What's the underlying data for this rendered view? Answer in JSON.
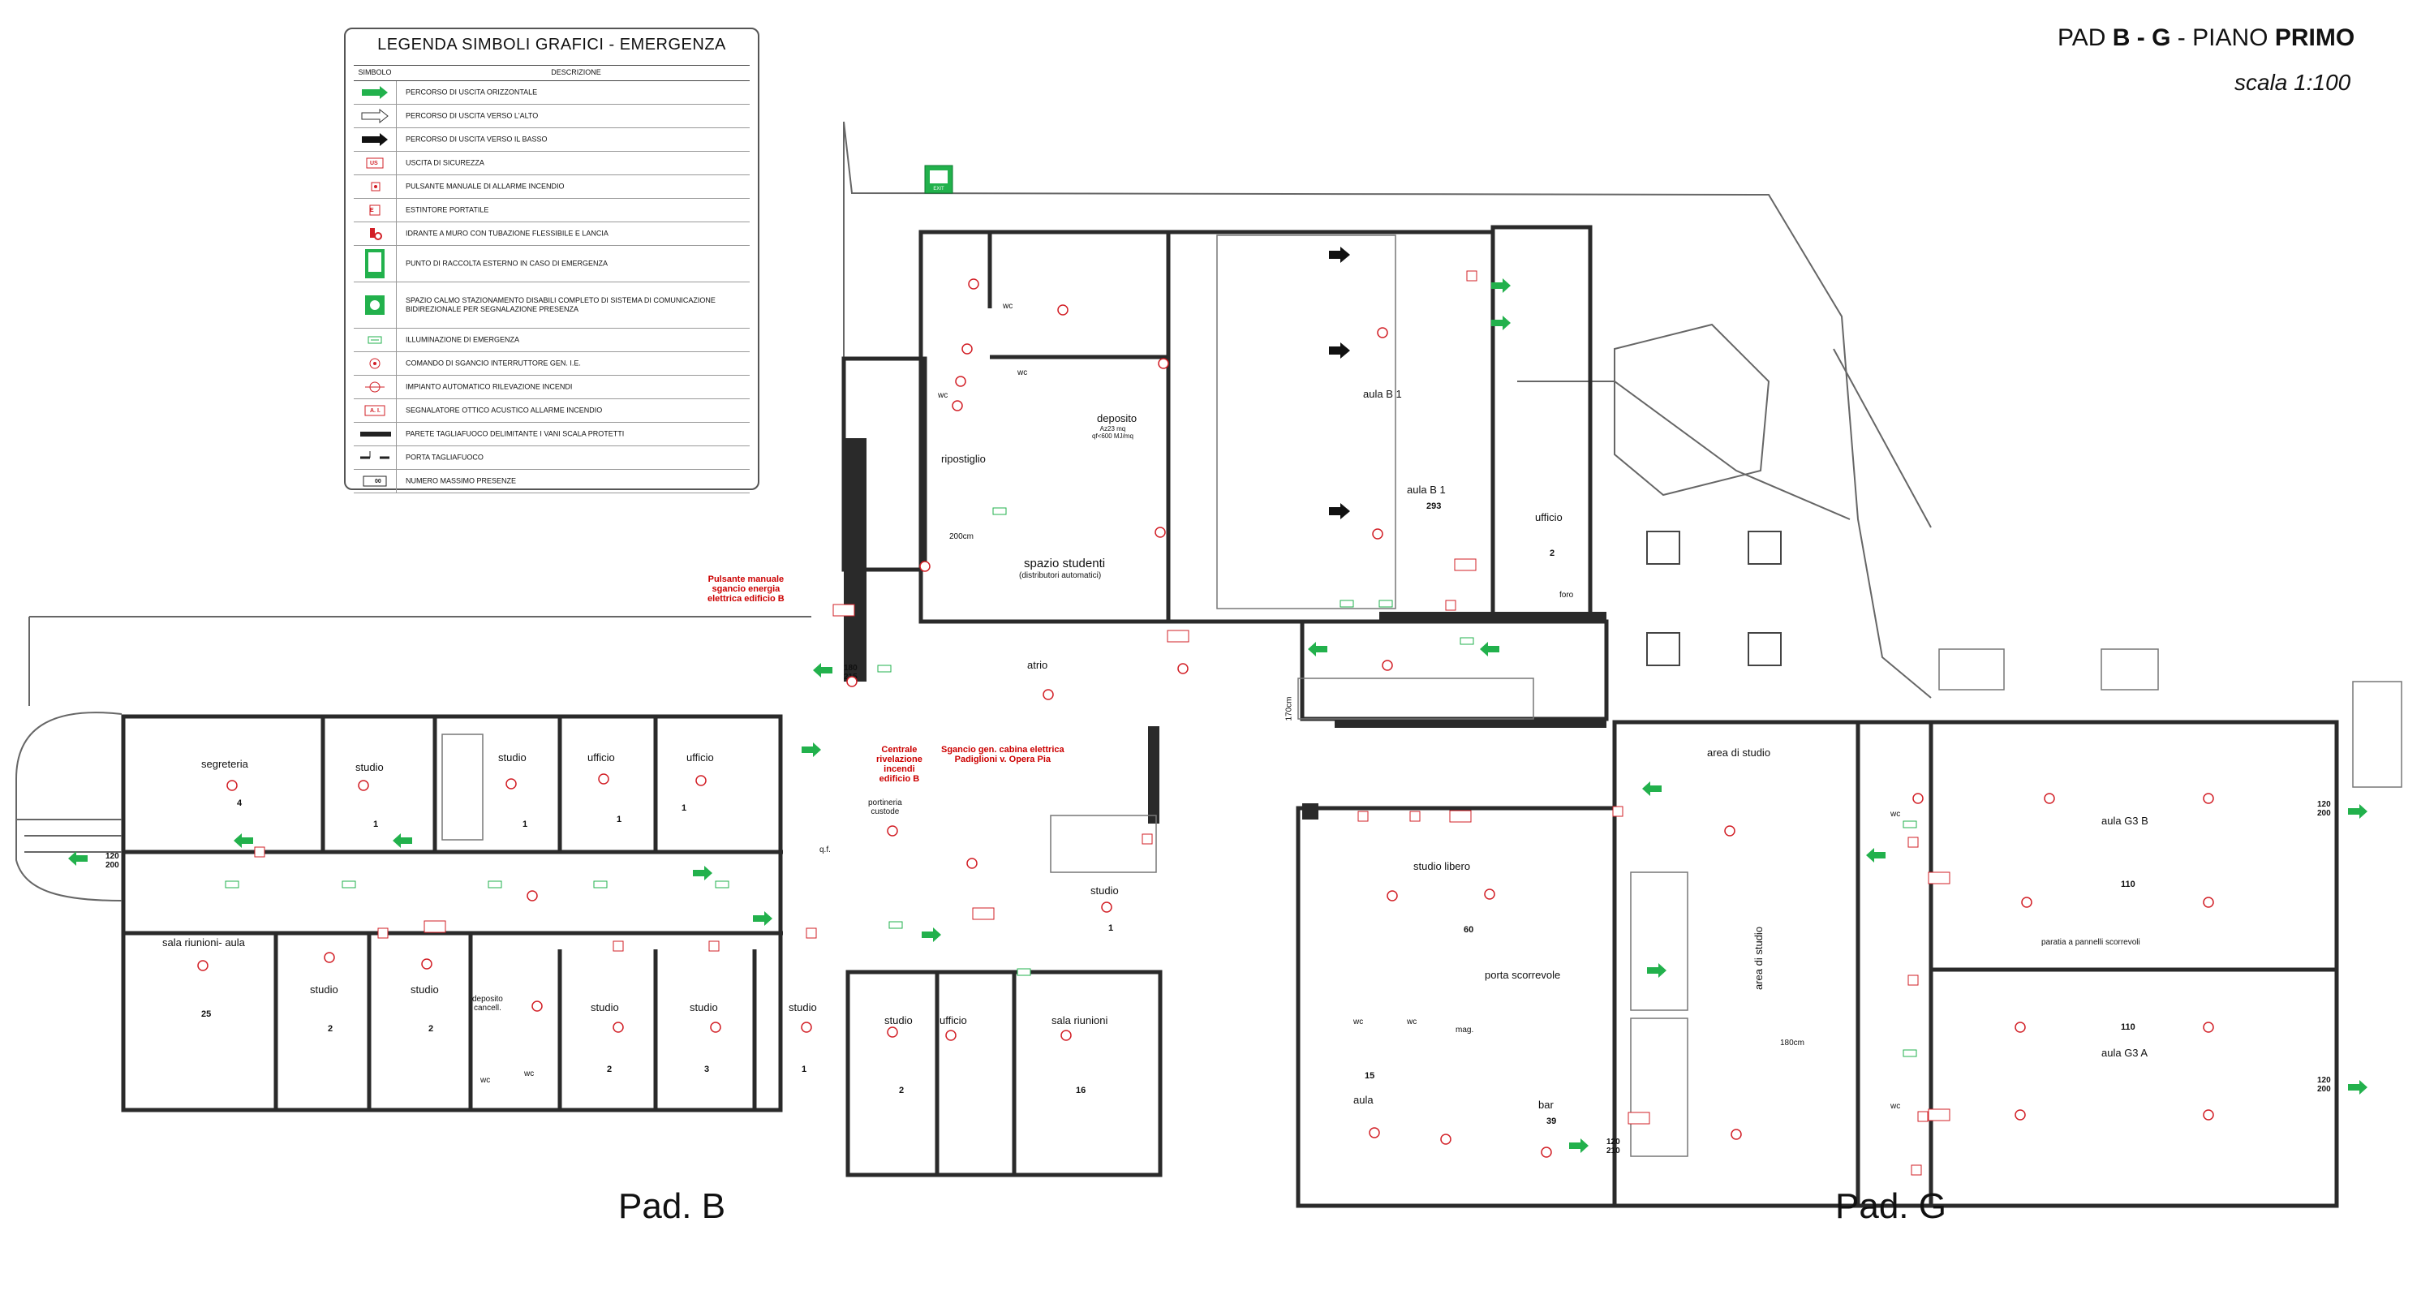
{
  "header": {
    "title_prefix": "PAD ",
    "title_bold1": "B - G",
    "title_mid": " - PIANO ",
    "title_bold2": "PRIMO",
    "scale": "scala 1:100"
  },
  "legend": {
    "title": "LEGENDA SIMBOLI GRAFICI - EMERGENZA",
    "col_symbol": "SIMBOLO",
    "col_description": "DESCRIZIONE",
    "rows": [
      {
        "icon": "green-arrow-icon",
        "text": "PERCORSO DI USCITA ORIZZONTALE"
      },
      {
        "icon": "white-arrow-icon",
        "text": "PERCORSO DI USCITA VERSO L'ALTO"
      },
      {
        "icon": "black-arrow-icon",
        "text": "PERCORSO DI USCITA VERSO IL BASSO"
      },
      {
        "icon": "us-icon",
        "text": "USCITA DI SICUREZZA",
        "label": "US"
      },
      {
        "icon": "alarm-button-icon",
        "text": "PULSANTE MANUALE DI ALLARME INCENDIO"
      },
      {
        "icon": "extinguisher-icon",
        "text": "ESTINTORE PORTATILE",
        "label": "E"
      },
      {
        "icon": "hydrant-icon",
        "text": "IDRANTE A MURO CON TUBAZIONE FLESSIBILE E LANCIA"
      },
      {
        "icon": "assembly-point-icon",
        "text": "PUNTO DI RACCOLTA ESTERNO IN CASO DI EMERGENZA"
      },
      {
        "icon": "calm-space-icon",
        "text": "SPAZIO CALMO STAZIONAMENTO DISABILI COMPLETO DI SISTEMA DI COMUNICAZIONE BIDIREZIONALE PER SEGNALAZIONE PRESENZA"
      },
      {
        "icon": "emergency-light-icon",
        "text": "ILLUMINAZIONE DI EMERGENZA"
      },
      {
        "icon": "main-switch-icon",
        "text": "COMANDO DI SGANCIO INTERRUTTORE GEN. I.E."
      },
      {
        "icon": "fire-detector-icon",
        "text": "IMPIANTO AUTOMATICO RILEVAZIONE INCENDI"
      },
      {
        "icon": "alarm-signal-icon",
        "text": "SEGNALATORE OTTICO ACUSTICO ALLARME INCENDIO",
        "label": "A. I."
      },
      {
        "icon": "firewall-icon",
        "text": "PARETE TAGLIAFUOCO DELIMITANTE I VANI SCALA PROTETTI"
      },
      {
        "icon": "fire-door-icon",
        "text": "PORTA TAGLIAFUOCO"
      },
      {
        "icon": "occupancy-icon",
        "text": "NUMERO MASSIMO PRESENZE",
        "label": "00"
      }
    ]
  },
  "pads": {
    "b": "Pad. B",
    "g": "Pad. G"
  },
  "rooms": {
    "segreteria": "segreteria",
    "studio": "studio",
    "ufficio": "ufficio",
    "sala_riunioni_aula": "sala riunioni- aula",
    "deposito_cancell": "deposito\ncancell.",
    "wc": "wc",
    "portineria": "portineria\ncustode",
    "ripostiglio": "ripostiglio",
    "spazio_studenti": "spazio studenti",
    "distributori": "(distributori automatici)",
    "deposito": "deposito",
    "deposito_note": "Az23 mq\nqf<600 MJ/mq",
    "atrio": "atrio",
    "aula_b1": "aula B 1",
    "sala_riunioni": "sala riunioni",
    "studio_libero": "studio libero",
    "porta_scorrevole": "porta scorrevole",
    "mag": "mag.",
    "aula": "aula",
    "bar": "bar",
    "area_di_studio": "area di studio",
    "aula_g3b": "aula G3 B",
    "aula_g3a": "aula G3 A",
    "paratia": "paratia a pannelli scorrevoli",
    "qf": "q.f.",
    "foro": "foro"
  },
  "capacities": {
    "segreteria": "4",
    "studio_l04": "1",
    "studio_l11": "1",
    "ufficio_l12": "1",
    "ufficio_l40": "1",
    "sala_riunioni_aula": "25",
    "studio_l05": "2",
    "studio_l06": "2",
    "studio_l15": "2",
    "studio_l16": "3",
    "studio_l17": "1",
    "studio_l18": "2",
    "sala_riunioni": "16",
    "studio_l22": "1",
    "aula_b1": "293",
    "ufficio_l39": "2",
    "studio_libero": "60",
    "aula": "15",
    "bar": "39",
    "aula_g3b": "110",
    "aula_g3a": "110"
  },
  "notes": {
    "pulsante": "Pulsante manuale\nsgancio energia\nelettrica edificio B",
    "centrale": "Centrale\nrivelazione\nincendi\nedificio B",
    "sgancio": "Sgancio gen. cabina elettrica\nPadiglioni v. Opera Pia"
  },
  "dims": {
    "d200": "200cm",
    "d170": "170cm",
    "d180": "180cm",
    "door": "120\n200",
    "door2": "120\n210",
    "door3": "180\n215"
  },
  "colors": {
    "wall": "#2a2a2a",
    "red": "#d21f26",
    "green": "#22b14c",
    "thin": "#666666"
  }
}
